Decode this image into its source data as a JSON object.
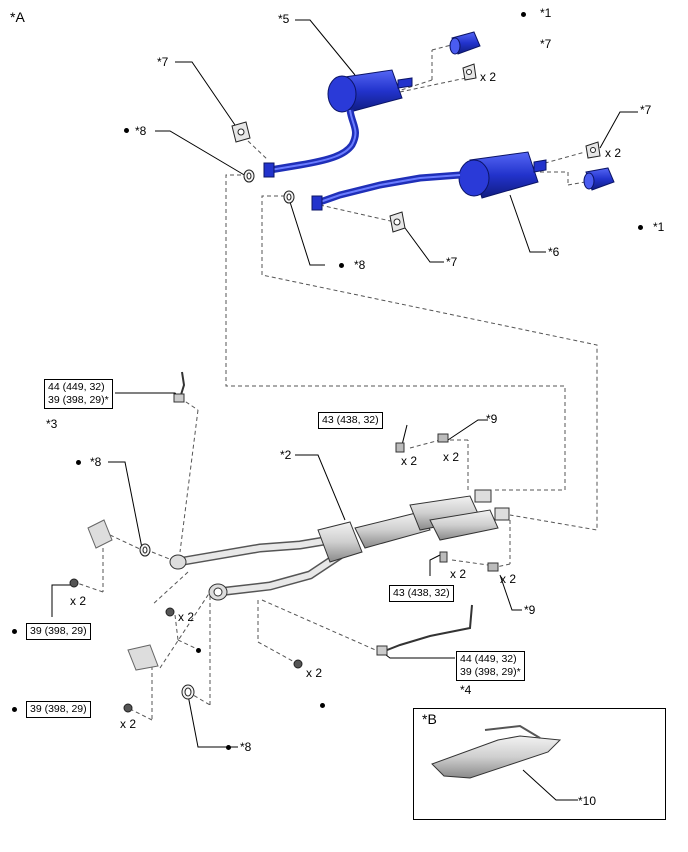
{
  "section_a": "*A",
  "section_b": "*B",
  "labels": {
    "p5": "*5",
    "p1_top": "*1",
    "p7_top": "*7",
    "x2_top": "x 2",
    "p7_left": "*7",
    "p8_left": "*8",
    "p7_right": "*7",
    "x2_right": "x 2",
    "p1_right": "*1",
    "p8_mid": "*8",
    "p7_mid": "*7",
    "p6": "*6",
    "p3": "*3",
    "p9_top": "*9",
    "x2_bolt": "x 2",
    "x2_spring": "x 2",
    "p2": "*2",
    "p8_left2": "*8",
    "x2_nut_left": "x 2",
    "x2_nut_center": "x 2",
    "x2_bolt_r": "x 2",
    "x2_spring_r": "x 2",
    "p9_bottom": "*9",
    "x2_nut_low": "x 2",
    "x2_nut_bottom": "x 2",
    "p4": "*4",
    "p8_bottom": "*8",
    "p10": "*10"
  },
  "torques": {
    "t_sensor3_line1": "44 (449, 32)",
    "t_sensor3_line2": "39 (398, 29)*",
    "t_bolt_top": "43 (438, 32)",
    "t_bolt_right": "43 (438, 32)",
    "t_nut_left": "39 (398, 29)",
    "t_sensor4_line1": "44 (449, 32)",
    "t_sensor4_line2": "39 (398, 29)*",
    "t_nut_bottom": "39 (398, 29)"
  },
  "colors": {
    "part_blue": "#1f2fb8",
    "part_blue_light": "#4a5cf0",
    "part_gray": "#c9c9c9"
  }
}
